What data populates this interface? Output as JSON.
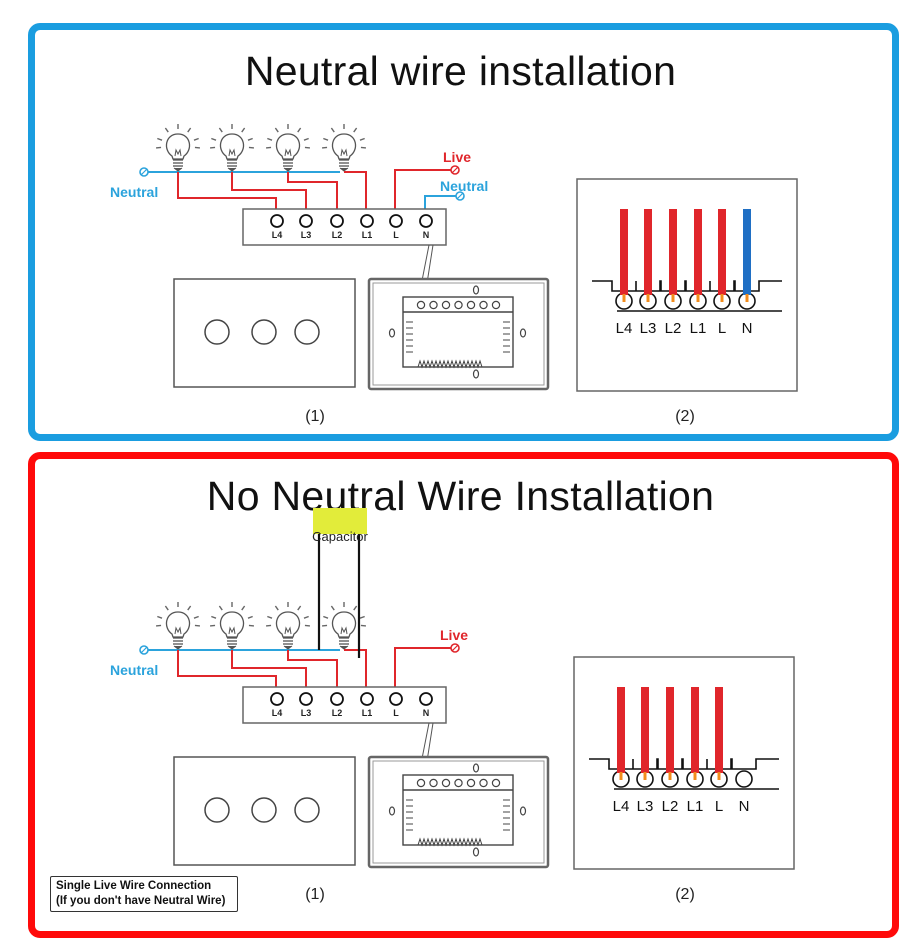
{
  "colors": {
    "neutral_frame": "#1a9de0",
    "no_neutral_frame": "#ff0a0a",
    "live_wire": "#e0262b",
    "neutral_wire": "#2ba3dc",
    "neutral_stripe": "#1f6fc4",
    "capacitor": "#e2ec3a",
    "terminal_core": "#f28c1c"
  },
  "sections": [
    {
      "title": "Neutral wire installation",
      "wiring": {
        "neutral_label": "Neutral",
        "live_label": "Live",
        "neutral_right_label": "Neutral",
        "terminal_labels": [
          "L4",
          "L3",
          "L2",
          "L1",
          "L",
          "N"
        ],
        "bulb_count": 4
      },
      "panel_caption_1": "(1)",
      "panel_caption_2": "(2)",
      "terminal_view": {
        "labels": [
          "L4",
          "L3",
          "L2",
          "L1",
          "L",
          "N"
        ],
        "wires": [
          "live",
          "live",
          "live",
          "live",
          "live",
          "neutral"
        ]
      }
    },
    {
      "title": "No Neutral Wire Installation",
      "wiring": {
        "neutral_label": "Neutral",
        "live_label": "Live",
        "capacitor_label": "Capacitor",
        "terminal_labels": [
          "L4",
          "L3",
          "L2",
          "L1",
          "L",
          "N"
        ],
        "bulb_count": 4
      },
      "panel_caption_1": "(1)",
      "panel_caption_2": "(2)",
      "terminal_view": {
        "labels": [
          "L4",
          "L3",
          "L2",
          "L1",
          "L",
          "N"
        ],
        "wires": [
          "live",
          "live",
          "live",
          "live",
          "live",
          "none"
        ]
      },
      "note_line1": "Single Live Wire Connection",
      "note_line2": "(If you don't have Neutral Wire)"
    }
  ]
}
